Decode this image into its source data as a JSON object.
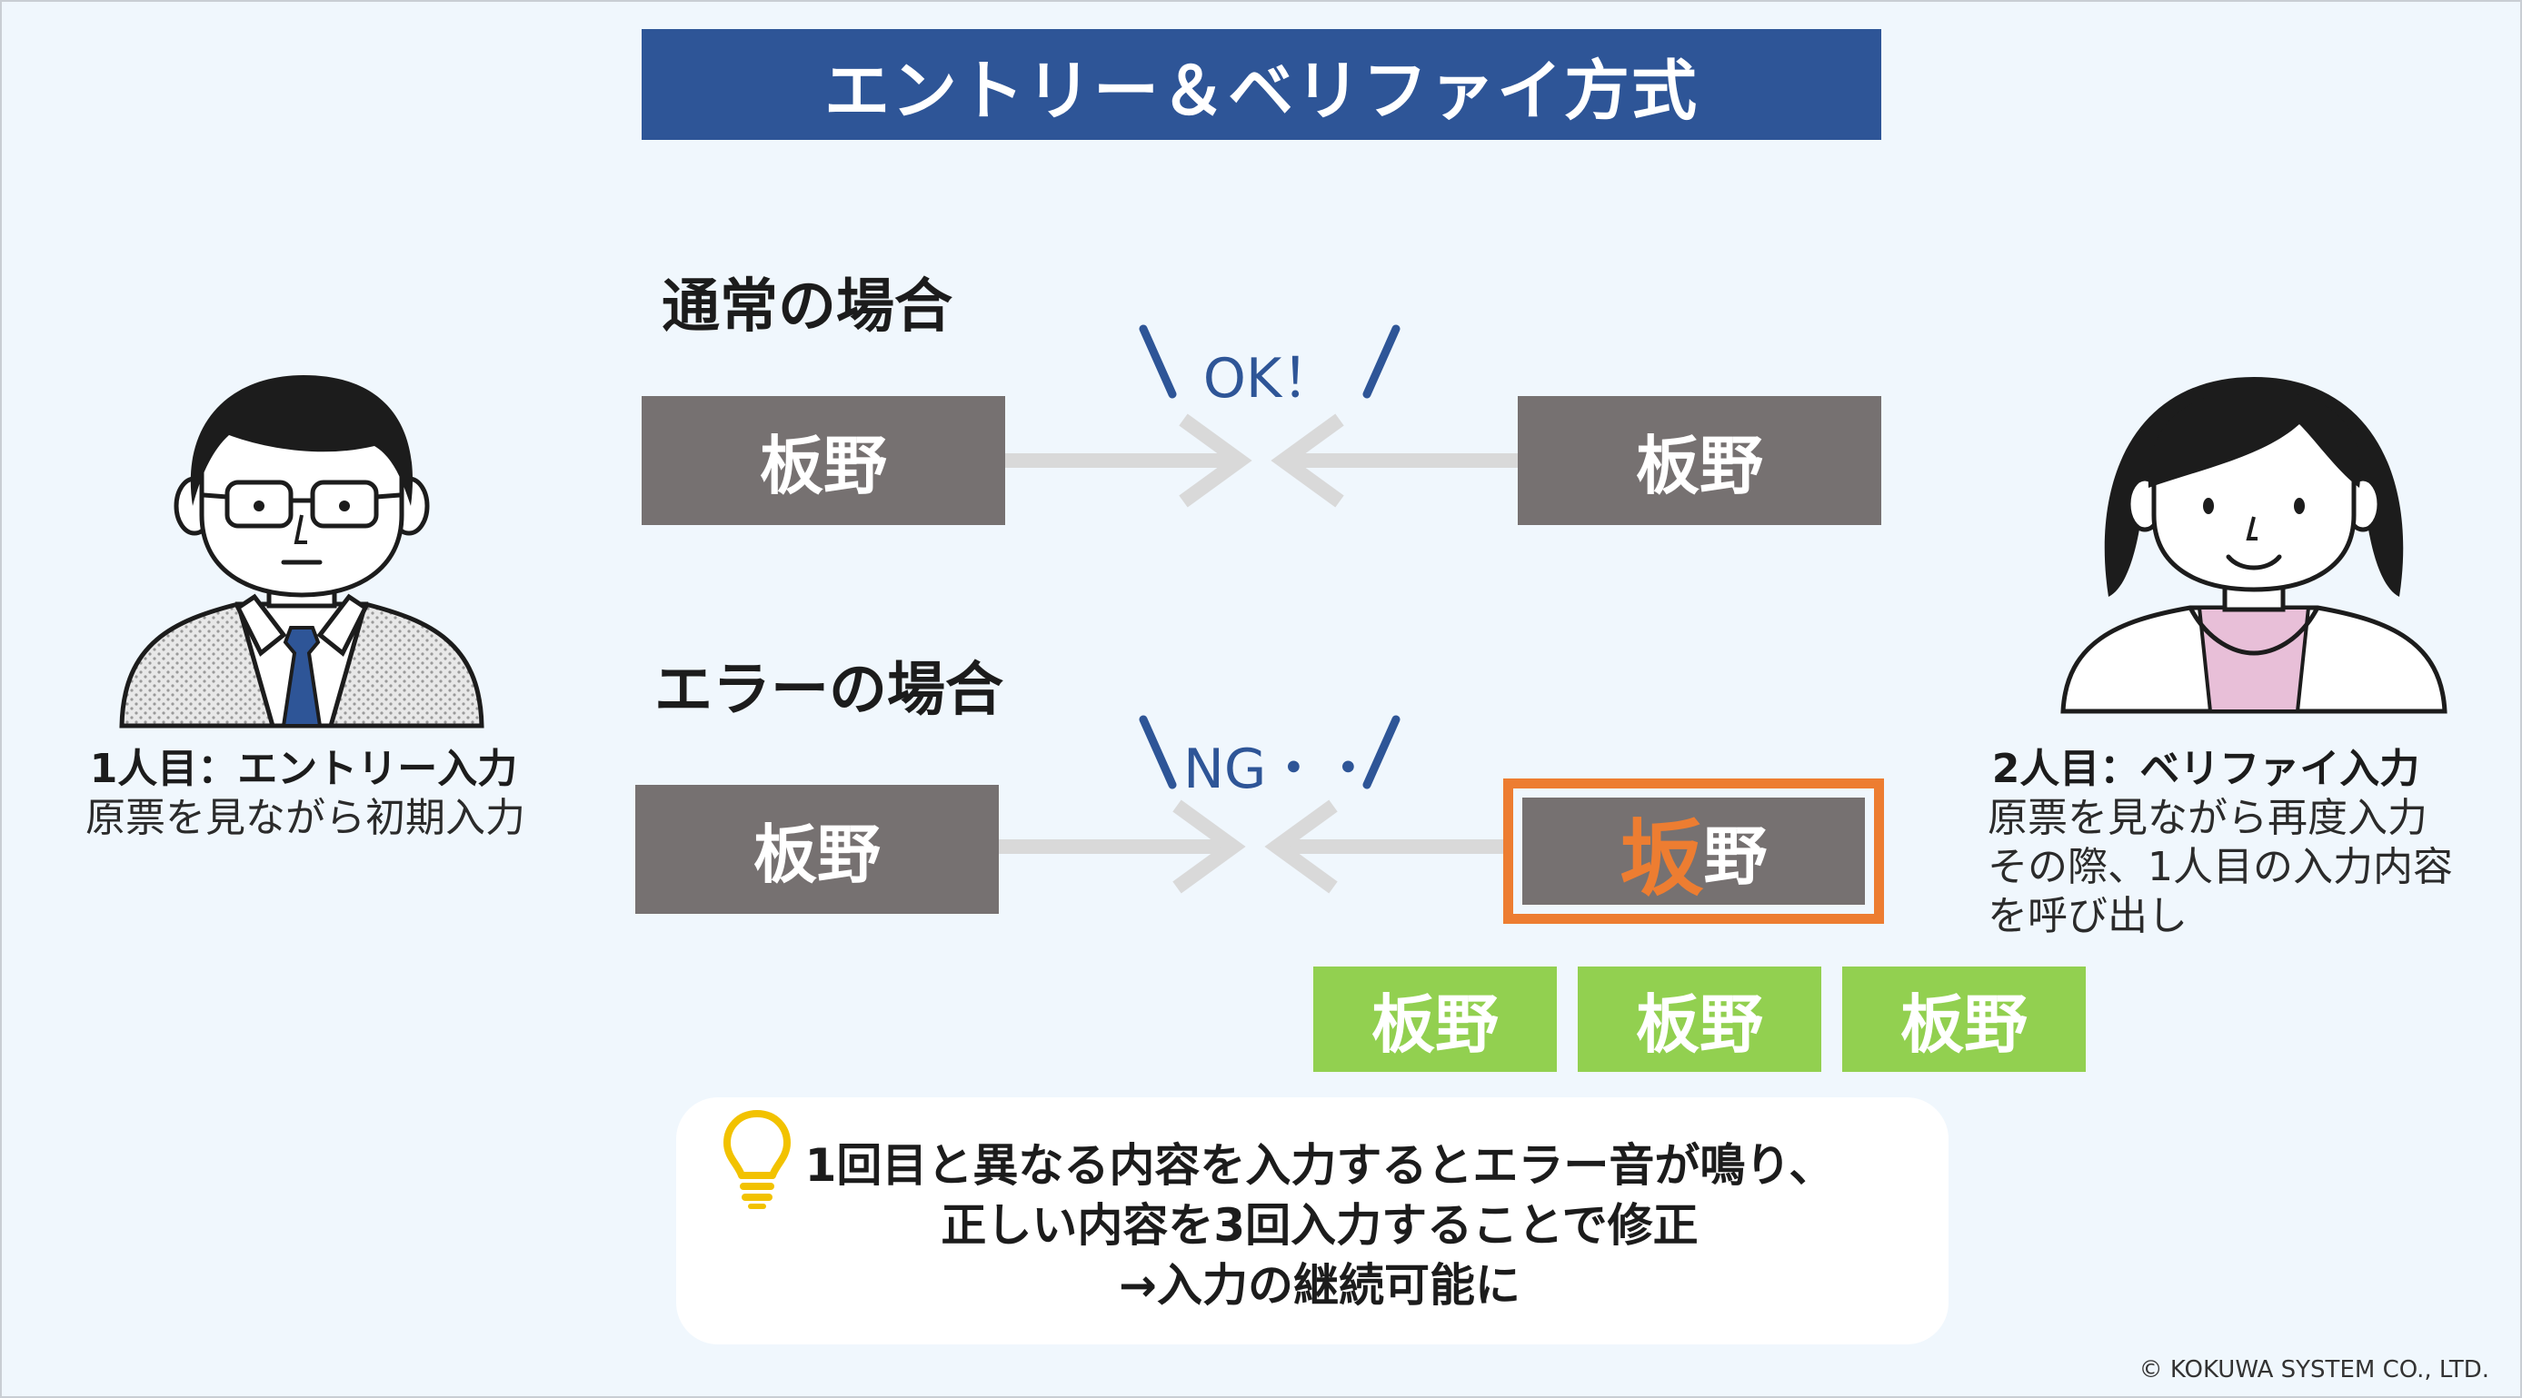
{
  "title": "エントリー＆ベリファイ方式",
  "normal": {
    "label": "通常の場合",
    "status": "OK！",
    "entry_value": "板野",
    "verify_value": "板野"
  },
  "error": {
    "label": "エラーの場合",
    "status": "NG・・",
    "entry_value": "板野",
    "verify_error_char": "坂",
    "verify_rest": "野",
    "retry_values": [
      "板野",
      "板野",
      "板野"
    ]
  },
  "left_person": {
    "role": "1人目：エントリー入力",
    "description": "原票を見ながら初期入力"
  },
  "right_person": {
    "role": "2人目：ベリファイ入力",
    "lines": [
      "原票を見ながら再度入力",
      "その際、1人目の入力内容",
      "を呼び出し"
    ]
  },
  "note": {
    "lines": [
      "1回目と異なる内容を入力するとエラー音が鳴り、",
      "正しい内容を3回入力することで修正",
      "→入力の継続可能に"
    ]
  },
  "copyright": "© KOKUWA SYSTEM CO., LTD.",
  "colors": {
    "banner": "#2e5597",
    "box_gray": "#767171",
    "box_green": "#92d050",
    "error_orange": "#ed7d31",
    "arrow": "#d9d9d9",
    "bulb": "#f2c200"
  },
  "icons": [
    "lightbulb-icon",
    "man-with-glasses-icon",
    "woman-icon"
  ]
}
